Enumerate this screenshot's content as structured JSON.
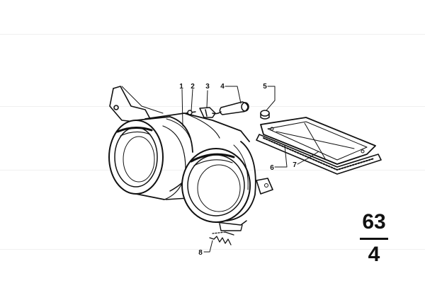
{
  "callouts": [
    "1",
    "2",
    "3",
    "4",
    "5",
    "6",
    "7",
    "8"
  ],
  "reference": {
    "group": "63",
    "page": "4"
  }
}
